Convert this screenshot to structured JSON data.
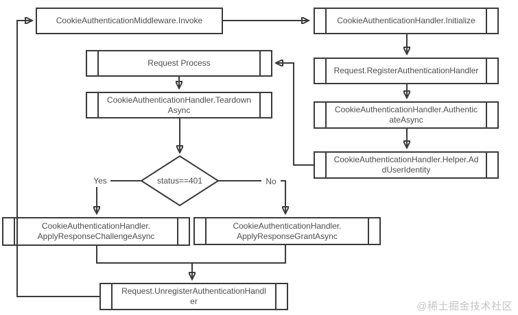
{
  "diagram": {
    "nodes": {
      "invoke": {
        "label": "CookieAuthenticationMiddleware.Invoke"
      },
      "initialize": {
        "label": "CookieAuthenticationHandler.Initialize"
      },
      "register": {
        "label": "Request.RegisterAuthenticationHandler"
      },
      "authenticate": {
        "label": "CookieAuthenticationHandler.Authentic\nateAsync"
      },
      "addUserIdentity": {
        "label": "CookieAuthenticationHandler.Helper.Ad\ndUserIdentity"
      },
      "requestProcess": {
        "label": "Request Process"
      },
      "teardown": {
        "label": "CookieAuthenticationHandler.Teardown\nAsync"
      },
      "decision": {
        "label": "status==401"
      },
      "applyChallenge": {
        "label": "CookieAuthenticationHandler.\nApplyResponseChallengeAsync"
      },
      "applyGrant": {
        "label": "CookieAuthenticationHandler.\nApplyResponseGrantAsync"
      },
      "unregister": {
        "label": "Request.UnregisterAuthenticationHandl\ner"
      }
    },
    "edge_labels": {
      "yes": "Yes",
      "no": "No"
    },
    "watermark": "@稀土掘金技术社区",
    "colors": {
      "line": "#3a3a3a",
      "text": "#4d4d4d",
      "background": "#ffffff",
      "watermark": "#c5c5c5"
    }
  }
}
